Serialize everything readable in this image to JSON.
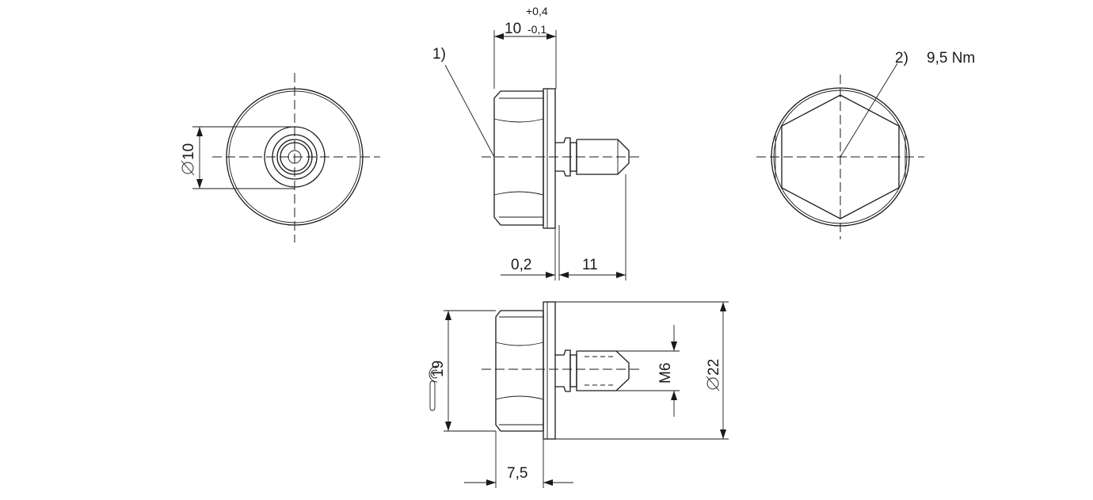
{
  "colors": {
    "line": "#1a1a1a",
    "background": "#ffffff"
  },
  "dimensions": {
    "dia10": "10",
    "length10": "10",
    "tol_upper": "+0,4",
    "tol_lower": "-0,1",
    "gap": "0,2",
    "stud_len": "11",
    "wrench": "19",
    "thread": "M6",
    "dia22": "22",
    "hex_len": "7,5"
  },
  "notes": {
    "ref1": "1)",
    "ref2": "2)",
    "torque": "9,5 Nm"
  },
  "icons": [
    "diameter-symbol-icon",
    "wrench-icon"
  ]
}
